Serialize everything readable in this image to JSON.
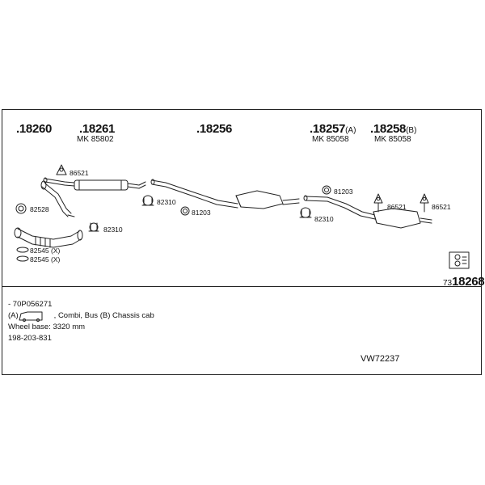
{
  "parts": {
    "p1": {
      "number": ".18260"
    },
    "p2": {
      "number": ".18261",
      "mk": "MK 85802"
    },
    "p3": {
      "number": ".18256"
    },
    "p4": {
      "number": ".18257",
      "suffix": "(A)",
      "mk": "MK 85058"
    },
    "p5": {
      "number": ".18258",
      "suffix": "(B)",
      "mk": "MK 85058"
    }
  },
  "labels": {
    "h86521_front": "86521",
    "g82528": "82528",
    "c82310_front": "82310",
    "c82545_a": "82545 (X)",
    "c82545_b": "82545 (X)",
    "c82310_mid": "82310",
    "r81203_mid": "81203",
    "r81203_right": "81203",
    "c82310_right": "82310",
    "h86521_rear1": "86521",
    "h86521_rear2": "86521"
  },
  "kit": {
    "prefix": "73",
    "number": "18268"
  },
  "info": {
    "code": "- 70P056271",
    "variant_a": "(A)",
    "variant_rest": ", Combi, Bus (B) Chassis cab",
    "wheelbase": "Wheel base: 3320 mm",
    "range": "198-203-831"
  },
  "reference": "VW72237",
  "colors": {
    "line": "#222222",
    "fill": "#ffffff"
  }
}
